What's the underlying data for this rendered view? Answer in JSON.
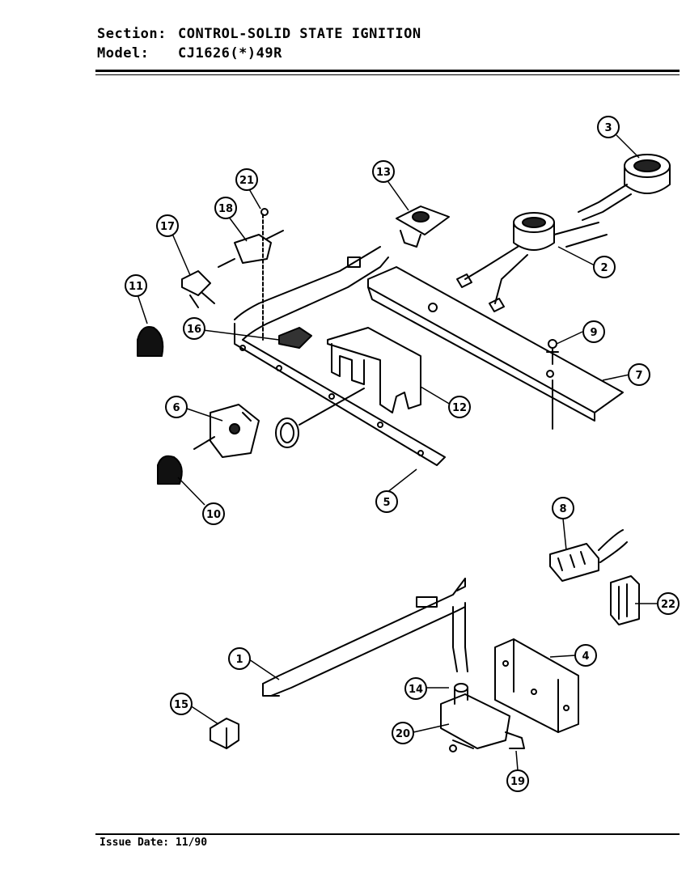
{
  "header": {
    "section_label": "Section:",
    "section_value": "CONTROL-SOLID STATE IGNITION",
    "model_label": "Model:",
    "model_value": "CJ1626(*)49R"
  },
  "footer": {
    "issue_date": "Issue Date: 11/90"
  },
  "callouts": [
    {
      "id": "c1",
      "label": "1"
    },
    {
      "id": "c2",
      "label": "2"
    },
    {
      "id": "c3",
      "label": "3"
    },
    {
      "id": "c4",
      "label": "4"
    },
    {
      "id": "c5",
      "label": "5"
    },
    {
      "id": "c6",
      "label": "6"
    },
    {
      "id": "c7",
      "label": "7"
    },
    {
      "id": "c8",
      "label": "8"
    },
    {
      "id": "c9",
      "label": "9"
    },
    {
      "id": "c10",
      "label": "10"
    },
    {
      "id": "c11",
      "label": "11"
    },
    {
      "id": "c12",
      "label": "12"
    },
    {
      "id": "c13",
      "label": "13"
    },
    {
      "id": "c14",
      "label": "14"
    },
    {
      "id": "c15",
      "label": "15"
    },
    {
      "id": "c16",
      "label": "16"
    },
    {
      "id": "c17",
      "label": "17"
    },
    {
      "id": "c18",
      "label": "18"
    },
    {
      "id": "c19",
      "label": "19"
    },
    {
      "id": "c20",
      "label": "20"
    },
    {
      "id": "c21",
      "label": "21"
    },
    {
      "id": "c22",
      "label": "22"
    }
  ]
}
